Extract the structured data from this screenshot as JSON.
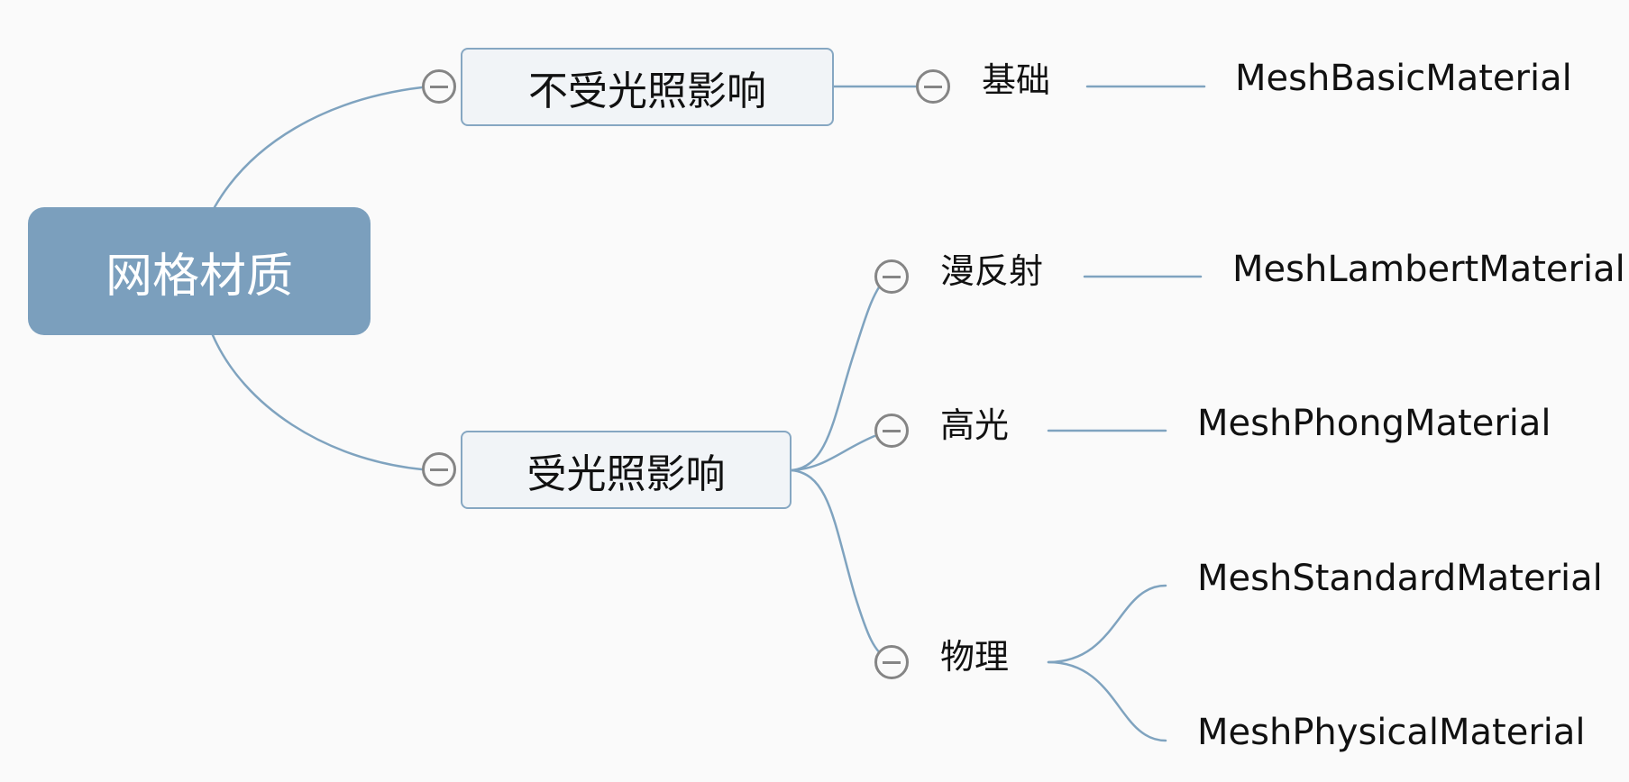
{
  "mindmap": {
    "root": "网格材质",
    "branches": [
      {
        "label": "不受光照影响",
        "children": [
          {
            "label": "基础",
            "leaves": [
              "MeshBasicMaterial"
            ]
          }
        ]
      },
      {
        "label": "受光照影响",
        "children": [
          {
            "label": "漫反射",
            "leaves": [
              "MeshLambertMaterial"
            ]
          },
          {
            "label": "高光",
            "leaves": [
              "MeshPhongMaterial"
            ]
          },
          {
            "label": "物理",
            "leaves": [
              "MeshStandardMaterial",
              "MeshPhysicalMaterial"
            ]
          }
        ]
      }
    ]
  },
  "colors": {
    "background": "#fafafa",
    "root_fill": "#7b9fbd",
    "branch_fill": "#f1f4f7",
    "branch_border": "#86a7c2",
    "connector": "#7fa3bf",
    "toggle": "#858585",
    "text": "#111111"
  }
}
